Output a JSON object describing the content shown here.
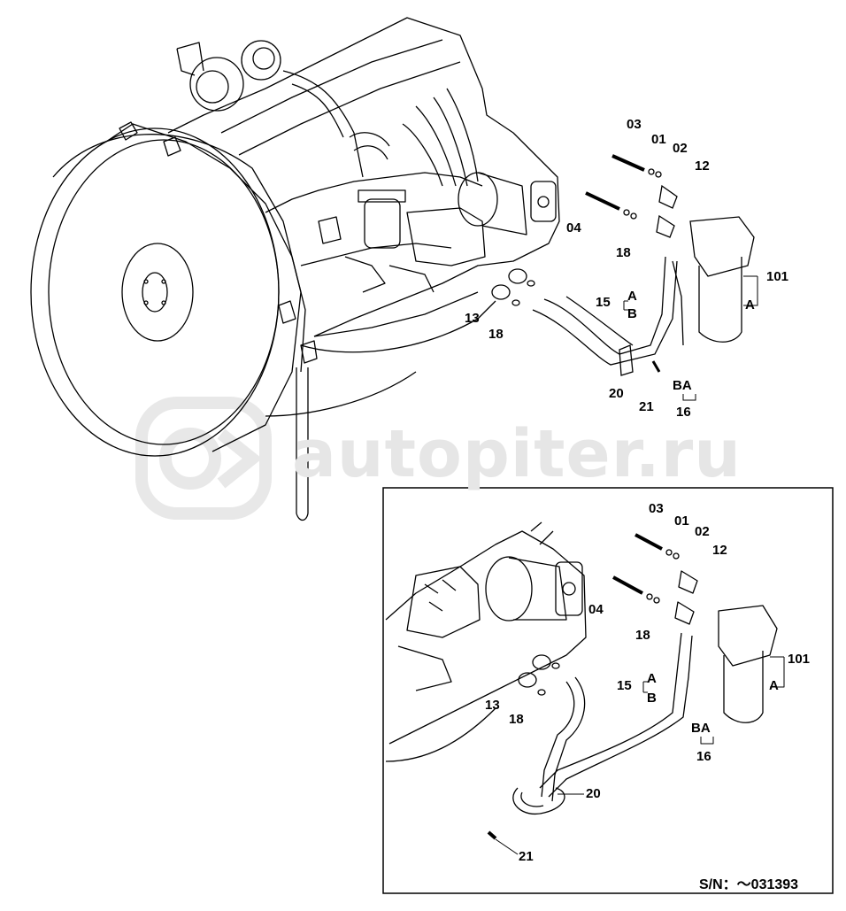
{
  "watermark": {
    "text": "autopiter.ru"
  },
  "main_labels": {
    "p03": "03",
    "p01": "01",
    "p02": "02",
    "p12": "12",
    "p04": "04",
    "p18a": "18",
    "p101": "101",
    "p15": "15",
    "pA15": "A",
    "pB15": "B",
    "pA101": "A",
    "p13": "13",
    "p18b": "18",
    "p20": "20",
    "p21": "21",
    "pBA": "BA",
    "p16": "16"
  },
  "inset_labels": {
    "p03": "03",
    "p01": "01",
    "p02": "02",
    "p12": "12",
    "p04": "04",
    "p18a": "18",
    "p101": "101",
    "p15": "15",
    "pA15": "A",
    "pB15": "B",
    "pA101": "A",
    "p13": "13",
    "p18b": "18",
    "pBA": "BA",
    "p16": "16",
    "p20": "20",
    "p21": "21"
  },
  "serial": {
    "text": "S/N：～031393"
  }
}
